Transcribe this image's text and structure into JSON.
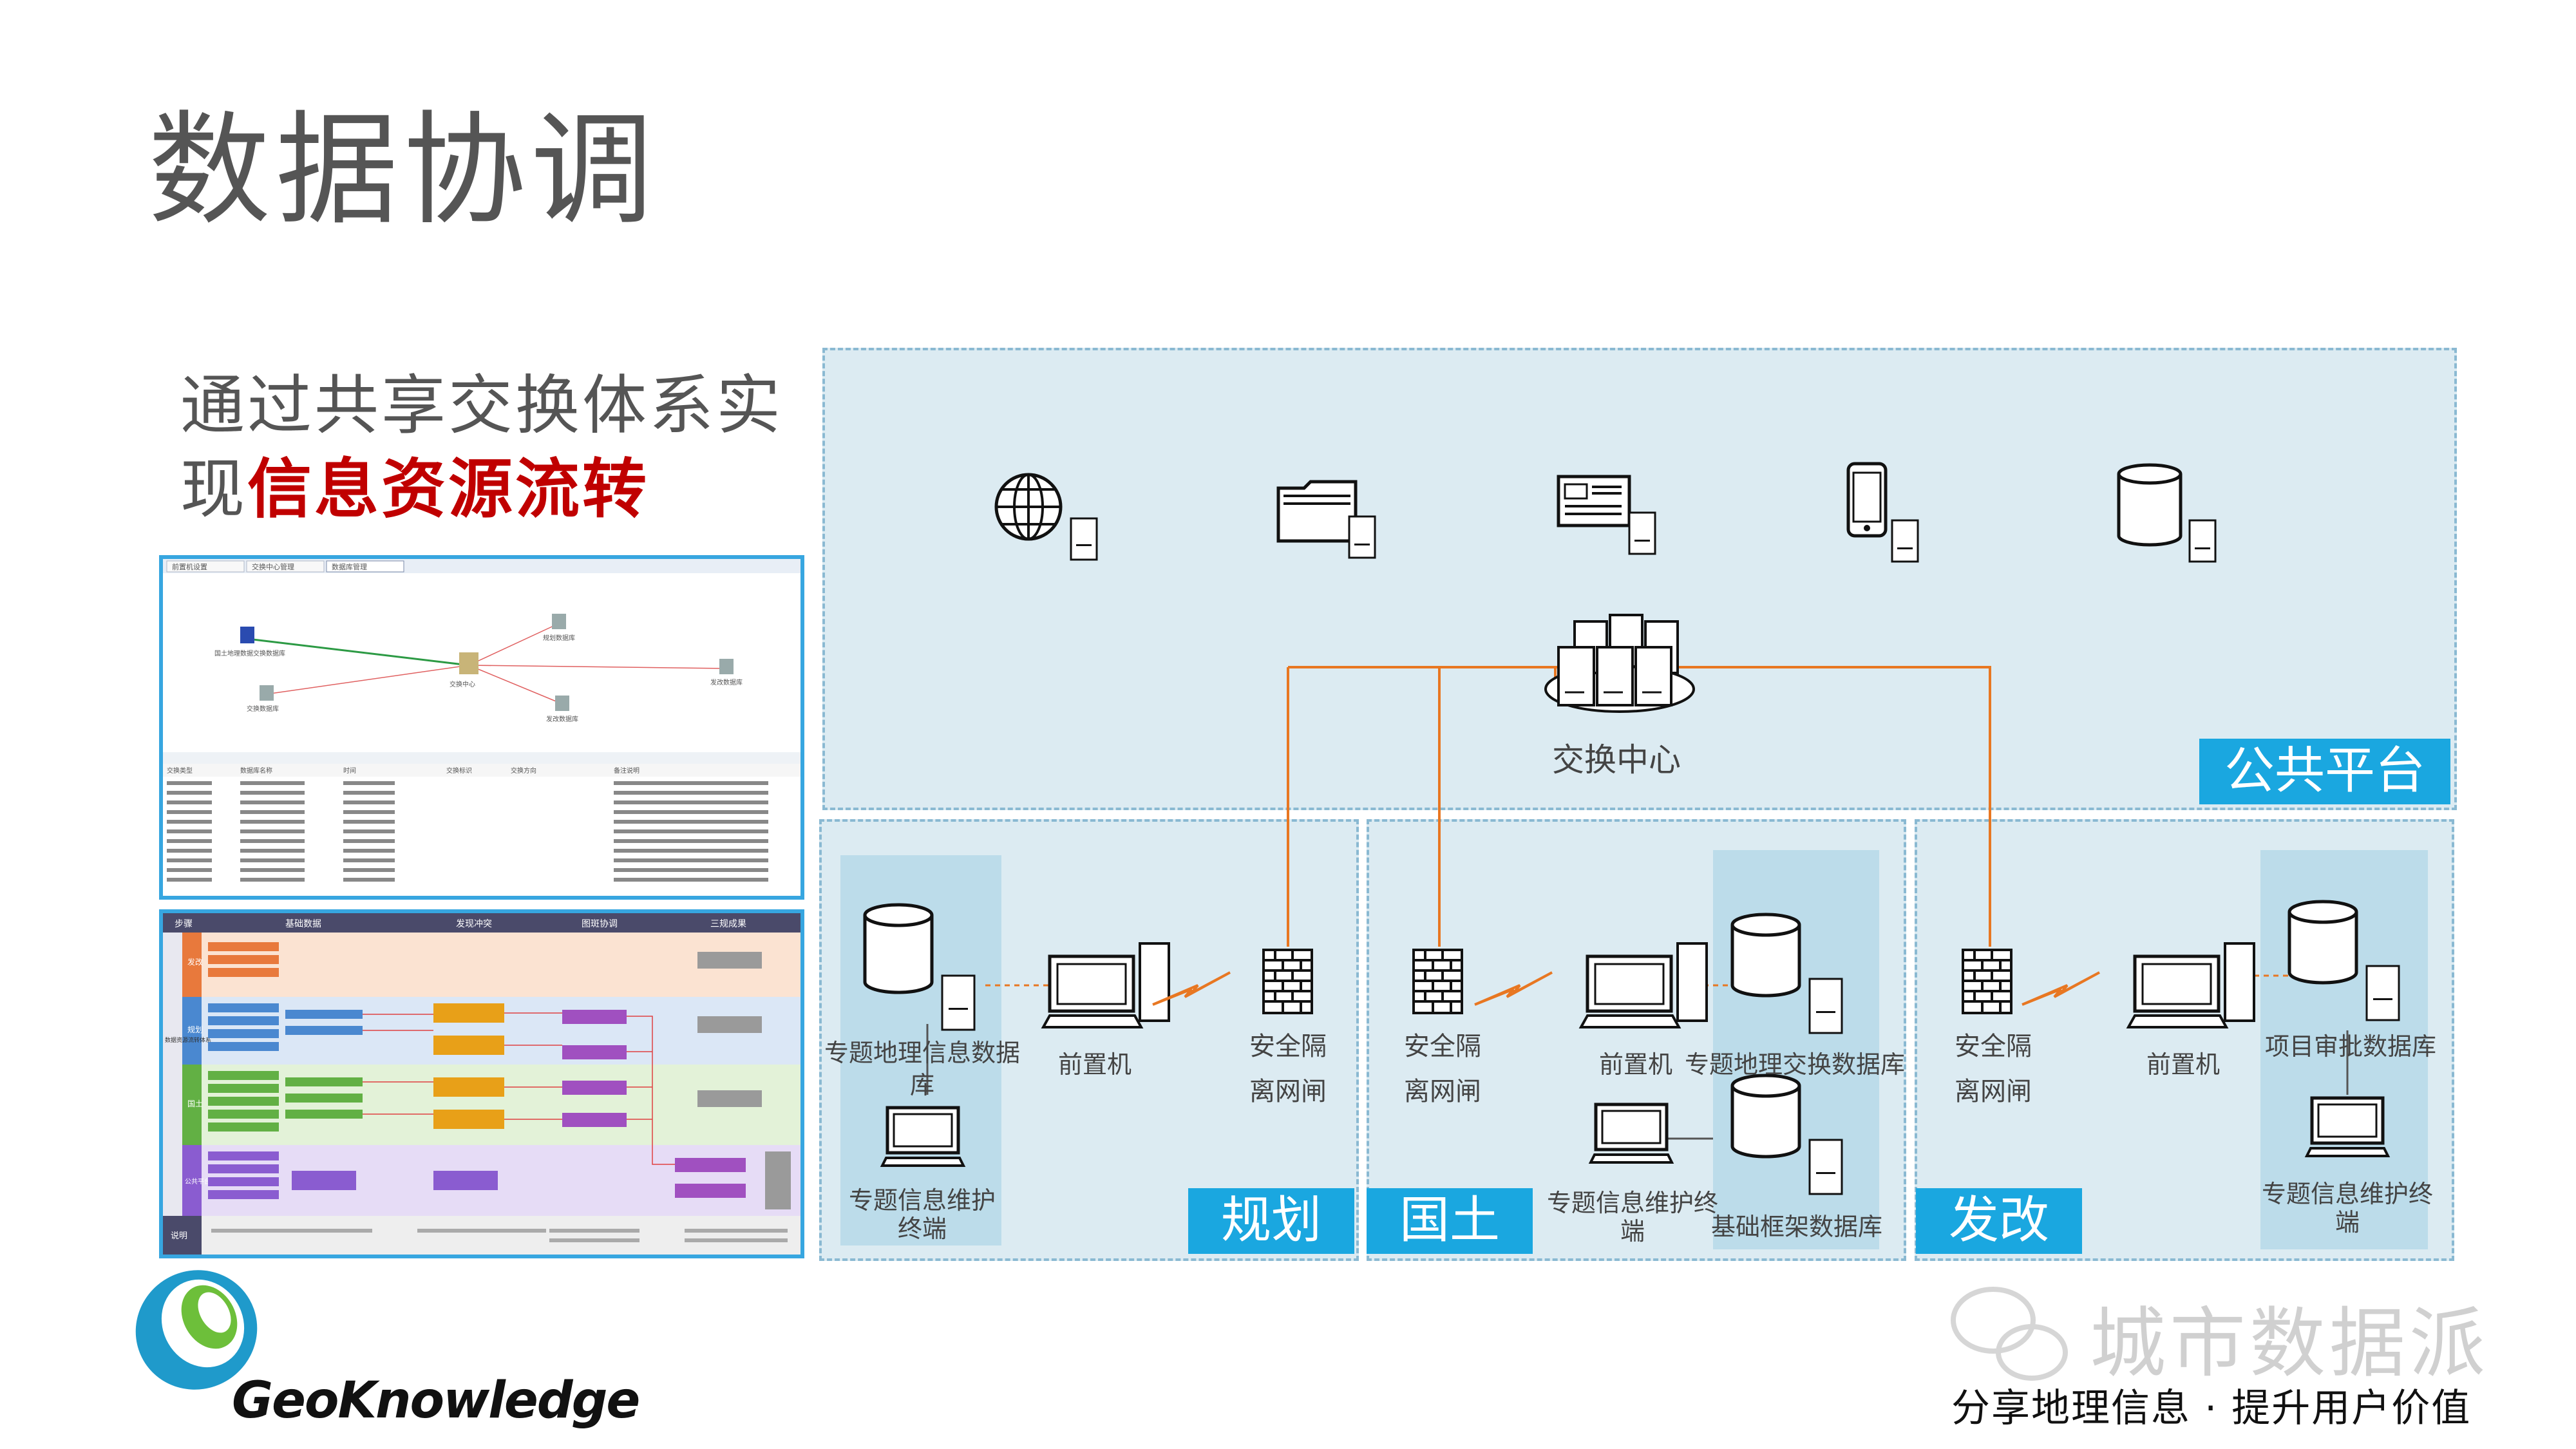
{
  "slide": {
    "title": "数据协调",
    "subtitle_line1": "通过共享交换体系实",
    "subtitle_line2_prefix": "现",
    "subtitle_highlight": "信息资源流转"
  },
  "screenshot_top": {
    "tabs": [
      "前置机设置",
      "交换中心管理",
      "数据库管理"
    ],
    "nodes": [
      "国土地理数据交换数据库",
      "交换中心",
      "规划数据库",
      "发改数据库",
      "发改数据库",
      "交换数据库"
    ],
    "table_headers": [
      "交换类型",
      "数据库名称",
      "时间",
      "交换标识",
      "交换方向",
      "备注说明"
    ]
  },
  "screenshot_bottom": {
    "col_headers": [
      "步骤",
      "基础数据",
      "发现冲突",
      "图斑协调",
      "三规成果"
    ],
    "row_labels": [
      "发改",
      "规划",
      "国土",
      "公共平台"
    ],
    "side_label": "数据资源流转体系",
    "footer_label": "说明"
  },
  "diagram": {
    "public_platform_tag": "公共平台",
    "exchange_center_label": "交换中心",
    "top_icons": [
      "globe-icon",
      "folder-icon",
      "monitor-form-icon",
      "mobile-icon",
      "database-icon"
    ],
    "guihua": {
      "tag": "规划",
      "db_label": "专题地理信息数据库",
      "terminal_label": "专题信息维护终端",
      "front_label": "前置机",
      "gate_line1": "安全隔",
      "gate_line2": "离网闸"
    },
    "guotu": {
      "tag": "国土",
      "gate_line1": "安全隔",
      "gate_line2": "离网闸",
      "front_label": "前置机",
      "db1_label": "专题地理交换数据库",
      "terminal_label": "专题信息维护终端",
      "db2_label": "基础框架数据库"
    },
    "fagai": {
      "tag": "发改",
      "gate_line1": "安全隔",
      "gate_line2": "离网闸",
      "front_label": "前置机",
      "db_label": "项目审批数据库",
      "terminal_label": "专题信息维护终端"
    },
    "colors": {
      "link": "#e87722",
      "panel": "#dcebf2",
      "tag": "#1aa7e0"
    }
  },
  "footer": {
    "brand": "GeoKnowledge",
    "watermark": "城市数据派",
    "slogan": "分享地理信息 · 提升用户价值"
  }
}
